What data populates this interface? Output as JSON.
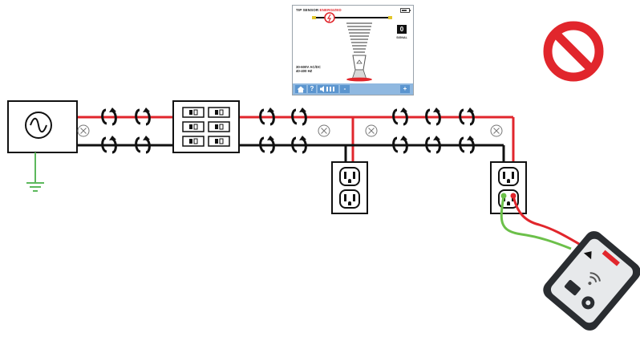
{
  "tracer_screen": {
    "status_prefix": "TIP SENSOR",
    "status_state": "ENERGIZED",
    "signal_value": "0",
    "signal_label": "SIGNAL",
    "voltage_line1": "30-600V AC/DC",
    "voltage_line2": "40-400 HZ",
    "toolbar_buttons": [
      "home",
      "?",
      "volume",
      "-",
      "+"
    ]
  },
  "icons": {
    "source": "ac-source-icon",
    "ground": "ground-icon",
    "breaker_panel": "breaker-panel-icon",
    "outlet": "outlet-icon",
    "prohibited": "prohibited-sign-icon",
    "tracer": "cable-tracer-transmitter-icon"
  },
  "colors": {
    "hot_wire": "#e1262c",
    "neutral_wire": "#111111",
    "lead_green": "#6cc04a",
    "lead_red": "#e1262c",
    "ground": "#5cb85c",
    "prohibited": "#e1262c",
    "toolbar": "#5b95cf"
  }
}
